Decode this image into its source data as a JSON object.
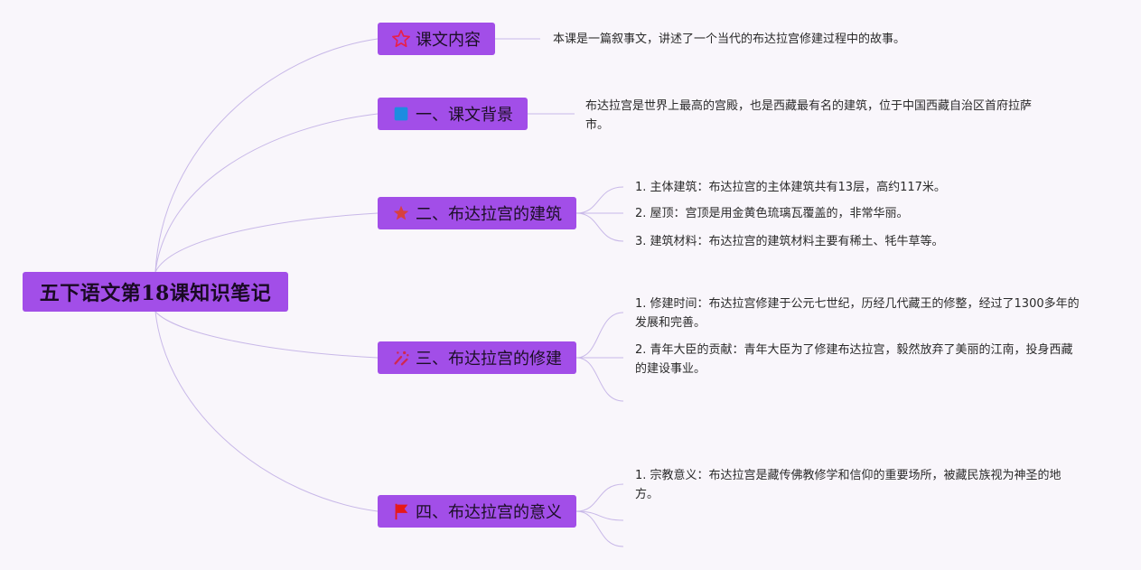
{
  "root": {
    "title": "五下语文第18课知识笔记"
  },
  "branches": [
    {
      "label": "课文内容",
      "icon": "star-outline-icon",
      "notes": [
        "本课是一篇叙事文，讲述了一个当代的布达拉宫修建过程中的故事。"
      ]
    },
    {
      "label": "一、课文背景",
      "icon": "blue-square-icon",
      "notes": [
        "布达拉宫是世界上最高的宫殿，也是西藏最有名的建筑，位于中国西藏自治区首府拉萨市。"
      ]
    },
    {
      "label": "二、布达拉宫的建筑",
      "icon": "red-star-icon",
      "notes": [
        "1. 主体建筑：布达拉宫的主体建筑共有13层，高约117米。",
        "2. 屋顶：宫顶是用金黄色琉璃瓦覆盖的，非常华丽。",
        "3. 建筑材料：布达拉宫的建筑材料主要有稀土、牦牛草等。"
      ]
    },
    {
      "label": "三、布达拉宫的修建",
      "icon": "confetti-icon",
      "notes": [
        "1. 修建时间：布达拉宫修建于公元七世纪，历经几代藏王的修整，经过了1300多年的发展和完善。",
        "2. 青年大臣的贡献：青年大臣为了修建布达拉宫，毅然放弃了美丽的江南，投身西藏的建设事业。",
        ""
      ]
    },
    {
      "label": "四、布达拉宫的意义",
      "icon": "red-flag-icon",
      "notes": [
        "1. 宗教意义：布达拉宫是藏传佛教修学和信仰的重要场所，被藏民族视为神圣的地方。",
        "",
        ""
      ]
    }
  ],
  "colors": {
    "node_fill": "#a24ee8",
    "connector": "#c8b8e8",
    "background": "#f9f6fb"
  }
}
